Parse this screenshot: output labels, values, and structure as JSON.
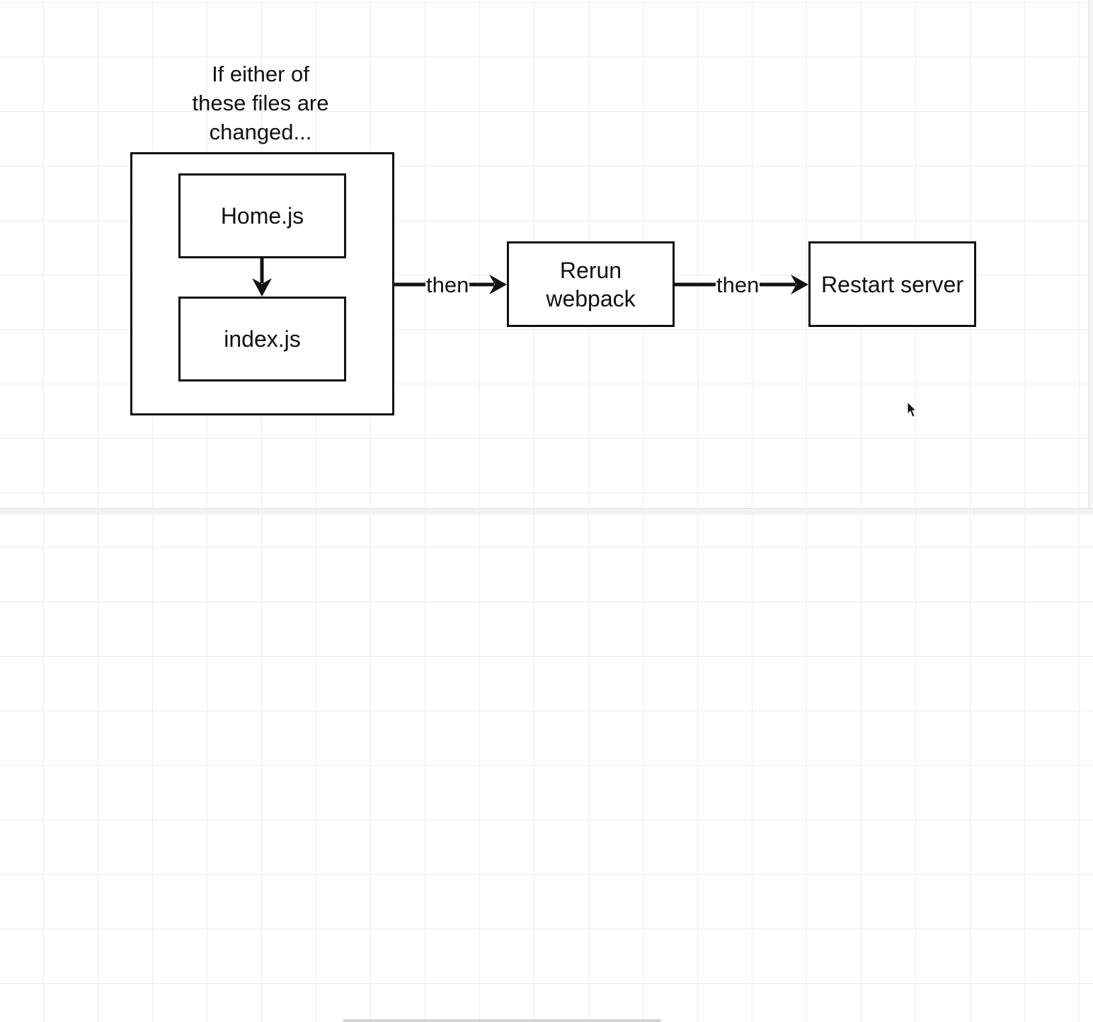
{
  "diagram": {
    "caption": "If either of\nthese files are\nchanged...",
    "nodes": {
      "home": "Home.js",
      "index": "index.js",
      "rerun": "Rerun\nwebpack",
      "restart": "Restart server"
    },
    "edges": [
      {
        "from": "files-group",
        "to": "rerun",
        "label": "then"
      },
      {
        "from": "rerun",
        "to": "restart",
        "label": "then"
      }
    ]
  },
  "colors": {
    "stroke": "#111111",
    "grid": "#ededed",
    "background": "#ffffff"
  }
}
